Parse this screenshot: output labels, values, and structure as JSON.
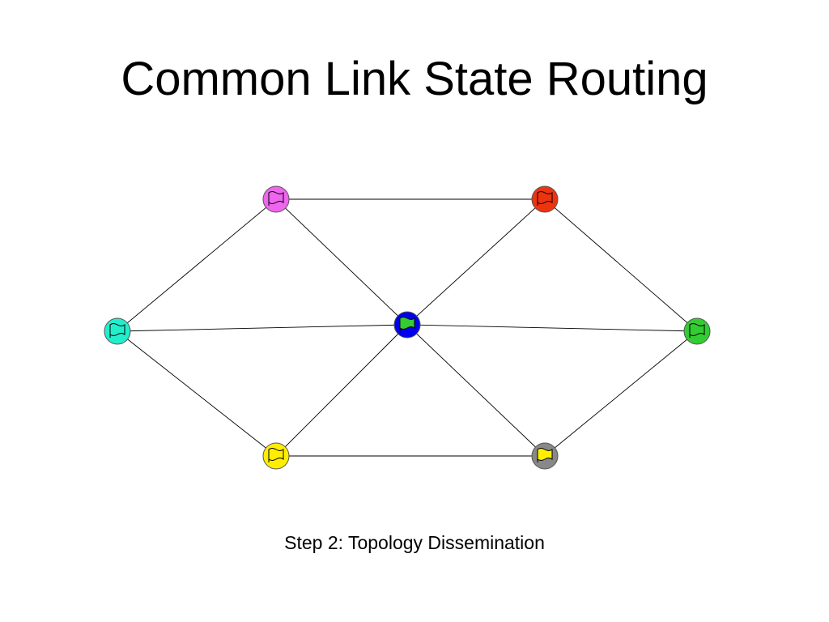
{
  "title": "Common Link State Routing",
  "caption": "Step 2: Topology Dissemination",
  "diagram": {
    "nodes": [
      {
        "id": "pink",
        "fill": "#ee66ee",
        "flag": "#ee66ee",
        "flag_icon": "flag-icon"
      },
      {
        "id": "red",
        "fill": "#ee3311",
        "flag": "#ee3311",
        "flag_icon": "flag-icon"
      },
      {
        "id": "cyan",
        "fill": "#22eecc",
        "flag": "#22eecc",
        "flag_icon": "flag-icon"
      },
      {
        "id": "blue",
        "fill": "#0000ee",
        "flag": "#33cc33",
        "flag_icon": "flag-icon"
      },
      {
        "id": "green",
        "fill": "#33cc33",
        "flag": "#33cc33",
        "flag_icon": "flag-icon"
      },
      {
        "id": "yellow",
        "fill": "#ffee00",
        "flag": "#ffee00",
        "flag_icon": "flag-icon"
      },
      {
        "id": "gray",
        "fill": "#888888",
        "flag": "#ffee00",
        "flag_icon": "flag-icon"
      }
    ],
    "links": [
      {
        "from": "pink",
        "to": "red"
      },
      {
        "from": "pink",
        "to": "cyan"
      },
      {
        "from": "pink",
        "to": "blue"
      },
      {
        "from": "red",
        "to": "blue"
      },
      {
        "from": "red",
        "to": "green"
      },
      {
        "from": "cyan",
        "to": "blue"
      },
      {
        "from": "cyan",
        "to": "yellow"
      },
      {
        "from": "blue",
        "to": "green"
      },
      {
        "from": "blue",
        "to": "yellow"
      },
      {
        "from": "blue",
        "to": "gray"
      },
      {
        "from": "green",
        "to": "gray"
      },
      {
        "from": "yellow",
        "to": "gray"
      }
    ]
  }
}
